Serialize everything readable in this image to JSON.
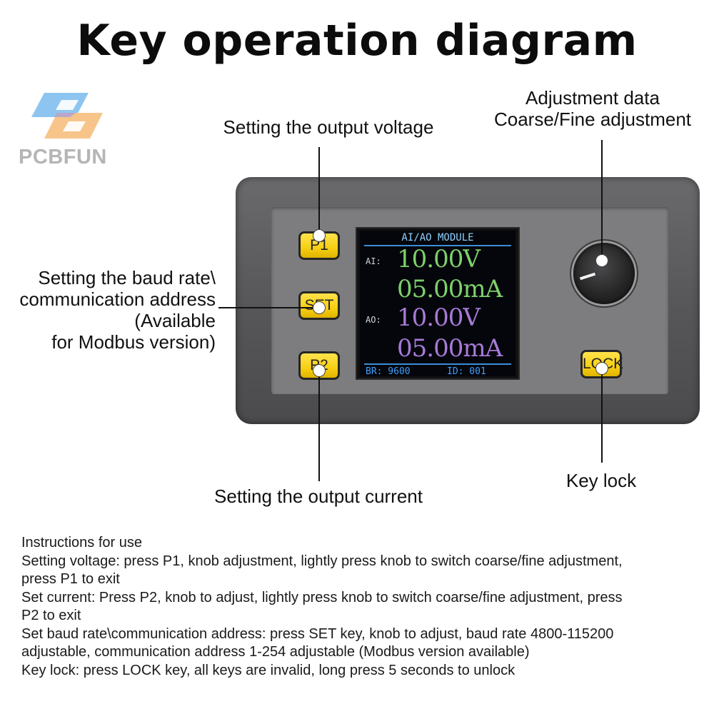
{
  "title": "Key operation diagram",
  "brand": {
    "name": "pcbfun"
  },
  "labels": {
    "voltage": "Setting the output voltage",
    "adjust_line1": "Adjustment data",
    "adjust_line2": "Coarse/Fine adjustment",
    "baud_line1": "Setting the baud rate\\",
    "baud_line2": "communication address",
    "baud_line3": "(Available",
    "baud_line4": "for Modbus version)",
    "current": "Setting the output current",
    "lock": "Key lock"
  },
  "device": {
    "keys": {
      "p1": "P1",
      "set": "SET",
      "p2": "P2",
      "lock": "LOCK"
    },
    "screen": {
      "header": "AI/AO MODULE",
      "ai_tag": "AI:",
      "ai_voltage": "10.00V",
      "ai_current": "05.00mA",
      "ao_tag": "AO:",
      "ao_voltage": "10.00V",
      "ao_current": "05.00mA",
      "footer_baud": "BR: 9600",
      "footer_id": "ID: 001"
    }
  },
  "instructions": {
    "heading": "Instructions for use",
    "lines": [
      "Setting voltage: press P1, knob adjustment, lightly press knob to switch coarse/fine adjustment,",
      "press P1 to exit",
      "Set current: Press P2, knob to adjust, lightly press knob to switch coarse/fine adjustment, press",
      "P2 to exit",
      "Set baud rate\\communication address: press SET key, knob to adjust, baud rate 4800-115200",
      "adjustable, communication address 1-254 adjustable (Modbus version available)",
      "Key lock: press LOCK key, all keys are invalid, long press 5 seconds to unlock"
    ]
  },
  "colors": {
    "key_yellow": "#f7cf12",
    "screen_green": "#7dd16a",
    "screen_violet": "#a77ad8",
    "screen_blue": "#3aa0ff"
  }
}
